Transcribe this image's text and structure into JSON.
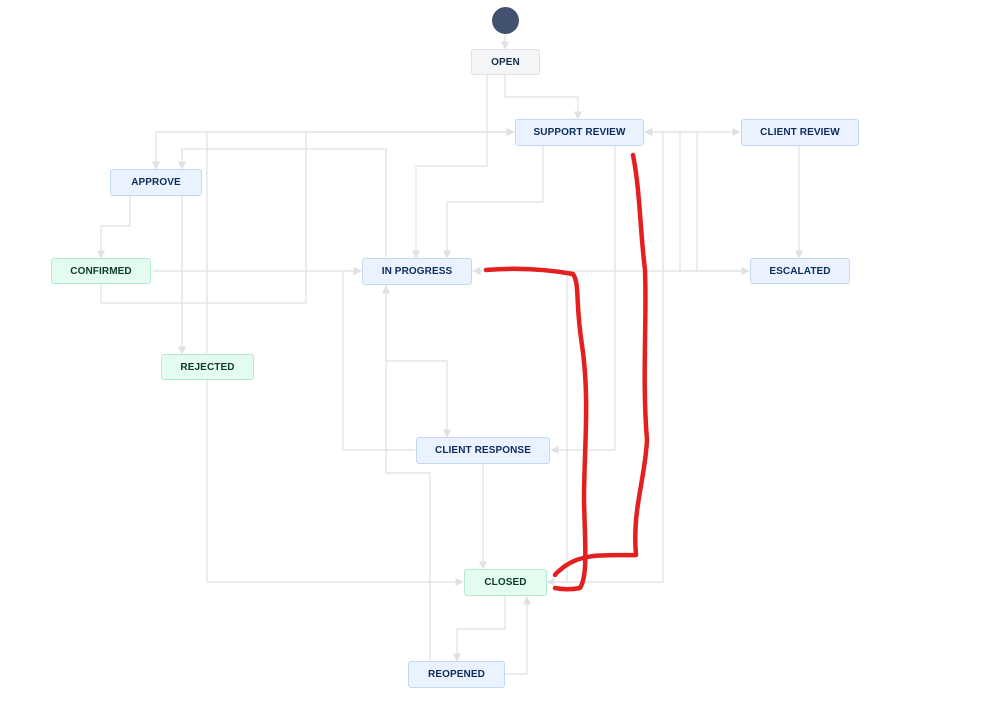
{
  "diagram": {
    "nodes": {
      "open": "OPEN",
      "support_review": "SUPPORT REVIEW",
      "client_review": "CLIENT REVIEW",
      "approve": "APPROVE",
      "confirmed": "CONFIRMED",
      "in_progress": "IN PROGRESS",
      "escalated": "ESCALATED",
      "rejected": "REJECTED",
      "client_response": "CLIENT RESPONSE",
      "closed": "CLOSED",
      "reopened": "REOPENED"
    },
    "colors": {
      "status_grey": "#f4f5f7",
      "status_blue": "#e9f2fe",
      "status_green": "#e3fcef",
      "connector": "#dfe1e6",
      "start_node": "#42526e",
      "annotation": "#e3201f"
    }
  }
}
